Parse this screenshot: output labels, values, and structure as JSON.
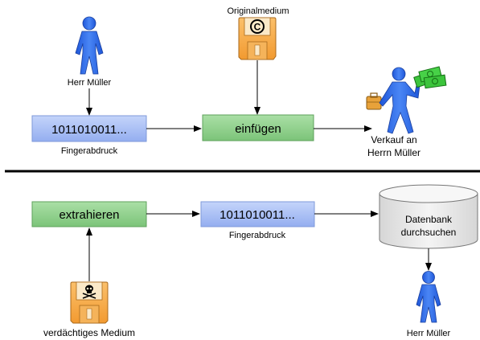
{
  "top": {
    "person_label": "Herr Müller",
    "fingerprint_value": "1011010011...",
    "fingerprint_label": "Fingerabdruck",
    "original_label": "Originalmedium",
    "embed_label": "einfügen",
    "sale_label_line1": "Verkauf an",
    "sale_label_line2": "Herrn Müller"
  },
  "bottom": {
    "extract_label": "extrahieren",
    "fingerprint_value": "1011010011...",
    "fingerprint_label": "Fingerabdruck",
    "db_label_line1": "Datenbank",
    "db_label_line2": "durchsuchen",
    "person_label": "Herr Müller",
    "suspect_label": "verdächtiges Medium"
  },
  "icons": {
    "original_disk": "copyright-floppy-icon",
    "suspect_disk": "skull-floppy-icon",
    "person": "person-icon",
    "buyer": "person-with-money-icon",
    "database": "database-cylinder-icon"
  },
  "colors": {
    "person_blue": "#2f6fe8",
    "fingerprint_box": "#a8bff4",
    "action_box": "#8fd08c",
    "disk_orange": "#f6a343",
    "db_fill": "#ececec",
    "money_green": "#3cc43c",
    "divider": "#000000"
  }
}
